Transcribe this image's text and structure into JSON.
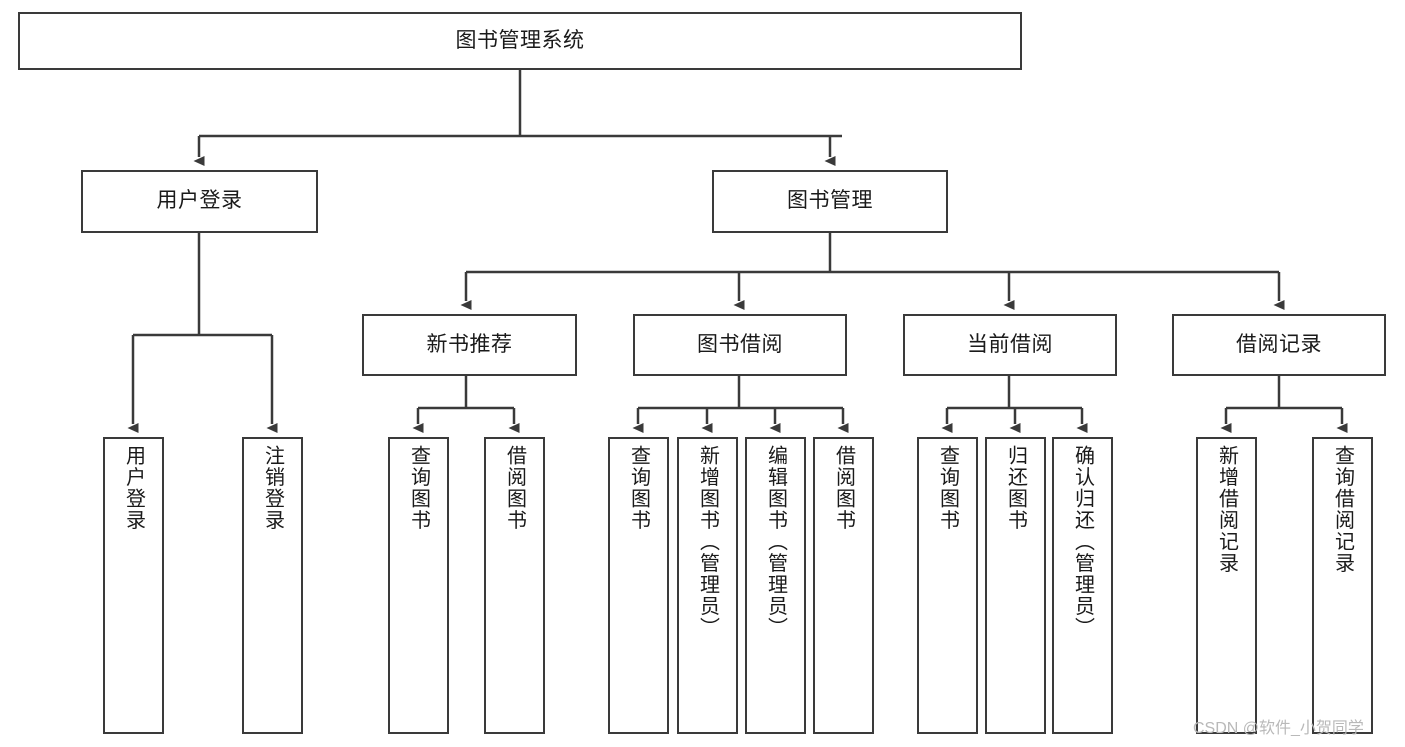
{
  "diagram": {
    "title": "图书管理系统",
    "type": "function-structure-tree",
    "watermark": "CSDN @软件_小贺同学",
    "colors": {
      "box_border": "#3a3a3a",
      "box_fill": "#ffffff",
      "edge": "#3a3a3a",
      "text": "#1a1a1a",
      "watermark": "#b9b9b9",
      "background": "#ffffff"
    },
    "levels": {
      "root": "图书管理系统",
      "level2": [
        "用户登录",
        "图书管理"
      ],
      "level3": [
        "新书推荐",
        "图书借阅",
        "当前借阅",
        "借阅记录"
      ]
    },
    "nodes": {
      "root": {
        "label": "图书管理系统"
      },
      "user_login": {
        "label": "用户登录"
      },
      "book_manage": {
        "label": "图书管理"
      },
      "new_book_rec": {
        "label": "新书推荐"
      },
      "book_borrow": {
        "label": "图书借阅"
      },
      "current_borrow": {
        "label": "当前借阅"
      },
      "borrow_record": {
        "label": "借阅记录"
      },
      "leaf_user_login": {
        "label": "用户登录"
      },
      "leaf_user_logout": {
        "label": "注销登录"
      },
      "leaf_query_book_1": {
        "label": "查询图书"
      },
      "leaf_borrow_book_1": {
        "label": "借阅图书"
      },
      "leaf_query_book_2": {
        "label": "查询图书"
      },
      "leaf_add_book": {
        "label": "新增图书（管理员）"
      },
      "leaf_edit_book": {
        "label": "编辑图书（管理员）"
      },
      "leaf_borrow_book_2": {
        "label": "借阅图书"
      },
      "leaf_query_book_3": {
        "label": "查询图书"
      },
      "leaf_return_book": {
        "label": "归还图书"
      },
      "leaf_confirm_return": {
        "label": "确认归还（管理员）"
      },
      "leaf_add_record": {
        "label": "新增借阅记录"
      },
      "leaf_query_record": {
        "label": "查询借阅记录"
      }
    },
    "tree": [
      {
        "label": "图书管理系统",
        "children": [
          {
            "label": "用户登录",
            "children": [
              {
                "label": "用户登录"
              },
              {
                "label": "注销登录"
              }
            ]
          },
          {
            "label": "图书管理",
            "children": [
              {
                "label": "新书推荐",
                "children": [
                  {
                    "label": "查询图书"
                  },
                  {
                    "label": "借阅图书"
                  }
                ]
              },
              {
                "label": "图书借阅",
                "children": [
                  {
                    "label": "查询图书"
                  },
                  {
                    "label": "新增图书（管理员）"
                  },
                  {
                    "label": "编辑图书（管理员）"
                  },
                  {
                    "label": "借阅图书"
                  }
                ]
              },
              {
                "label": "当前借阅",
                "children": [
                  {
                    "label": "查询图书"
                  },
                  {
                    "label": "归还图书"
                  },
                  {
                    "label": "确认归还（管理员）"
                  }
                ]
              },
              {
                "label": "借阅记录",
                "children": [
                  {
                    "label": "新增借阅记录"
                  },
                  {
                    "label": "查询借阅记录"
                  }
                ]
              }
            ]
          }
        ]
      }
    ]
  }
}
